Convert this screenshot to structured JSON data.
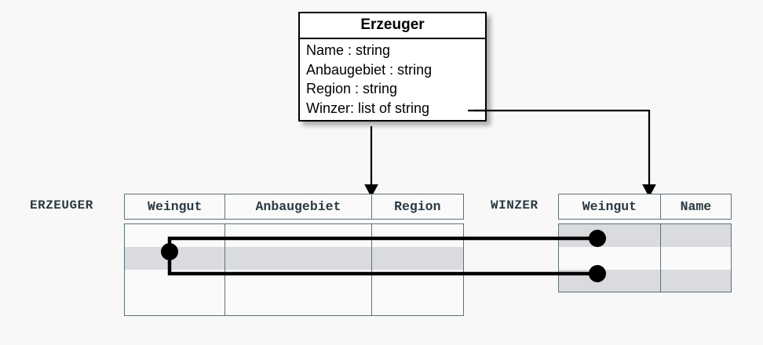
{
  "diagram": {
    "title_text": "Erzeuger",
    "uml_class": {
      "name": "Erzeuger",
      "attributes": [
        "Name : string",
        "Anbaugebiet : string",
        "Region : string",
        "Winzer: list of string"
      ]
    },
    "tables": [
      {
        "label": "ERZEUGER",
        "columns": [
          "Weingut",
          "Anbaugebiet",
          "Region"
        ],
        "rows": [
          {
            "shaded": false,
            "cells": [
              "",
              "",
              ""
            ]
          },
          {
            "shaded": true,
            "cells": [
              "",
              "",
              ""
            ]
          },
          {
            "shaded": false,
            "cells": [
              "",
              "",
              ""
            ]
          },
          {
            "shaded": false,
            "cells": [
              "",
              "",
              ""
            ]
          }
        ]
      },
      {
        "label": "WINZER",
        "columns": [
          "Weingut",
          "Name"
        ],
        "rows": [
          {
            "shaded": true,
            "cells": [
              "",
              ""
            ]
          },
          {
            "shaded": false,
            "cells": [
              "",
              ""
            ]
          },
          {
            "shaded": true,
            "cells": [
              "",
              ""
            ]
          }
        ]
      }
    ],
    "connectors": {
      "mapping_arrow_left_label": "",
      "mapping_arrow_right_label": "",
      "link_description": ""
    },
    "colors": {
      "line": "#000000",
      "table_border": "#5d7179",
      "shaded_row": "#d9dbdf",
      "row_background": "#fafafa",
      "label_text": "#2b3a42",
      "page_background": "#f8f8f8"
    }
  }
}
